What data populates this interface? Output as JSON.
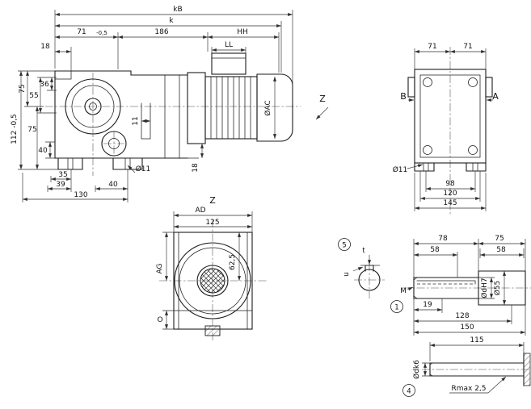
{
  "title": "Gear unit dimensional drawing",
  "side": {
    "kB": "kB",
    "k": "k",
    "dim71": "71",
    "tol71": "-0,5",
    "dim186": "186",
    "HH": "HH",
    "LL": "LL",
    "dim18_top": "18",
    "dim36": "36",
    "dim55": "55",
    "dim75_upper": "75",
    "dim112": "112 -0,5",
    "dim40_side": "40",
    "dim75_lower": "75",
    "dim35": "35",
    "dim39": "39",
    "dim130": "130",
    "dim40_feet": "40",
    "dia11": "Ø11",
    "dim11": "11",
    "dim18_flange": "18",
    "diaAC": "ØAC",
    "view_z": "Z"
  },
  "rear": {
    "dim71_left": "71",
    "dim71_right": "71",
    "side_b": "B",
    "side_a": "A",
    "dia11": "Ø11",
    "dim98": "98",
    "dim120": "120",
    "dim145": "145"
  },
  "top": {
    "view_label": "Z",
    "AD": "AD",
    "dim125": "125",
    "AG": "AG",
    "dim62_5": "62,5",
    "O": "O"
  },
  "keyway": {
    "note": "5",
    "t": "t",
    "u": "u"
  },
  "shaft": {
    "note": "1",
    "dim78": "78",
    "dim75": "75",
    "dim58_left": "58",
    "dim58_right": "58",
    "M": "M",
    "dim19": "19",
    "dim128": "128",
    "dim150": "150",
    "dia_d": "ØdH7",
    "dia55": "Ø55"
  },
  "shaft_end": {
    "note": "4",
    "dim115": "115",
    "dia_dk6": "Ødk6",
    "rmax": "Rmax 2,5"
  }
}
